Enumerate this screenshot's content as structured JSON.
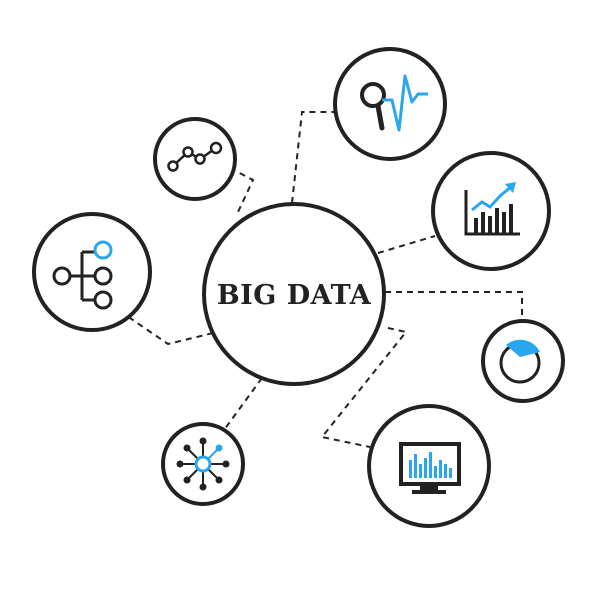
{
  "center": {
    "label": "BIG DATA"
  },
  "colors": {
    "stroke": "#222222",
    "accent": "#2aa6ee",
    "background": "#ffffff"
  },
  "nodes": [
    {
      "id": "search-analytics",
      "icon": "magnifier-waveform-icon"
    },
    {
      "id": "trend-chart",
      "icon": "rising-bar-chart-icon"
    },
    {
      "id": "pie-chart",
      "icon": "pie-chart-icon"
    },
    {
      "id": "monitor-chart",
      "icon": "monitor-bar-chart-icon"
    },
    {
      "id": "network-hub",
      "icon": "network-hub-icon"
    },
    {
      "id": "hierarchy-tree",
      "icon": "hierarchy-tree-icon"
    },
    {
      "id": "connected-dots",
      "icon": "connected-dots-icon"
    }
  ]
}
